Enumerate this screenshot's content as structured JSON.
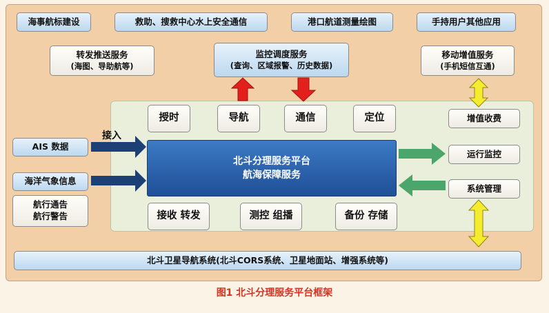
{
  "top_apps": [
    "海事航标建设",
    "救助、搜救中心水上安全通信",
    "港口航道测量绘图",
    "手持用户其他应用"
  ],
  "services": {
    "forward": {
      "title": "转发推送服务",
      "sub": "(海图、导助航等)"
    },
    "monitor": {
      "title": "监控调度服务",
      "sub": "(查询、区域报警、历史数据)"
    },
    "mobile": {
      "title": "移动增值服务",
      "sub": "(手机短信互通)"
    }
  },
  "functions_top": [
    "授时",
    "导航",
    "通信",
    "定位"
  ],
  "functions_bottom": [
    "接收 转发",
    "测控 组播",
    "备份 存储"
  ],
  "platform": {
    "line1": "北斗分理服务平台",
    "line2": "航海保障服务"
  },
  "inputs": [
    "AIS 数据",
    "海洋气象信息"
  ],
  "notice": {
    "line1": "航行通告",
    "line2": "航行警告"
  },
  "input_label": "接入",
  "right_boxes": [
    "增值收费",
    "运行监控",
    "系统管理"
  ],
  "base_system": "北斗卫星导航系统(北斗CORS系统、卫星地面站、增强系统等)",
  "caption": "图1   北斗分理服务平台框架",
  "colors": {
    "frame": "#f2cfa6",
    "inner": "#e9efdb",
    "core": "#2a5ea8",
    "arrow_red": "#e3201b",
    "arrow_navy": "#1c3f75",
    "arrow_green": "#4aa66a",
    "arrow_yellow": "#f5ec30",
    "caption": "#d23522"
  }
}
